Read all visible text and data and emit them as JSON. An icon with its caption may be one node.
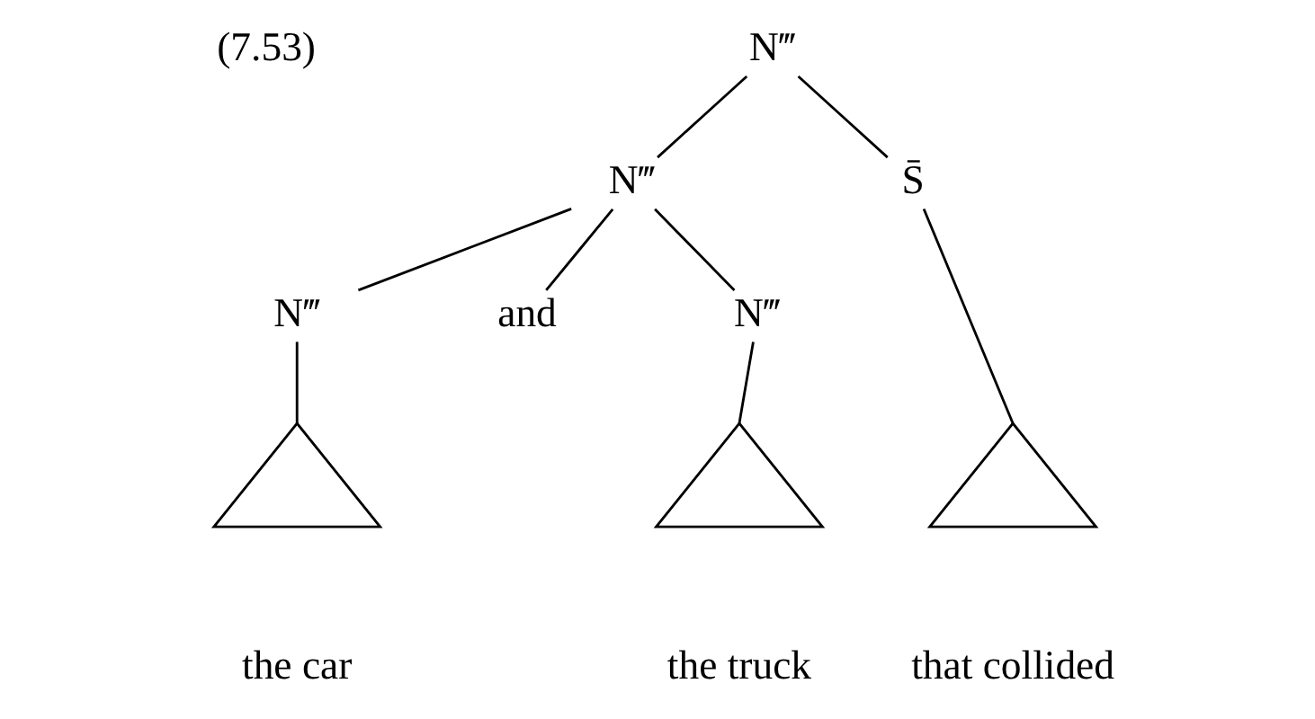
{
  "diagram": {
    "nodes": [
      {
        "text": [
          "N‴"
        ]
      },
      {
        "text": [
          "N‴"
        ]
      },
      {
        "text": [
          "S̄"
        ]
      },
      {
        "text": [
          "N‴"
        ]
      },
      {
        "text": [
          "and"
        ]
      },
      {
        "text": [
          "N‴"
        ]
      },
      {
        "text": [],
        "shape": "triangle",
        "beside": [
          "the car"
        ]
      },
      {
        "text": [],
        "shape": "triangle",
        "beside": [
          "the truck"
        ]
      },
      {
        "text": [],
        "shape": "triangle",
        "beside": [
          "that collided"
        ]
      }
    ],
    "edges": [
      {
        "from": 0,
        "to": 1,
        "arrow": "none"
      },
      {
        "from": 0,
        "to": 2,
        "arrow": "none"
      },
      {
        "from": 1,
        "to": 3,
        "arrow": "none"
      },
      {
        "from": 1,
        "to": 4,
        "arrow": "none"
      },
      {
        "from": 1,
        "to": 5,
        "arrow": "none"
      },
      {
        "from": 3,
        "to": 6,
        "arrow": "none"
      },
      {
        "from": 5,
        "to": 7,
        "arrow": "none"
      },
      {
        "from": 2,
        "to": 8,
        "arrow": "none"
      }
    ],
    "labels": [
      "(7.53)"
    ]
  }
}
